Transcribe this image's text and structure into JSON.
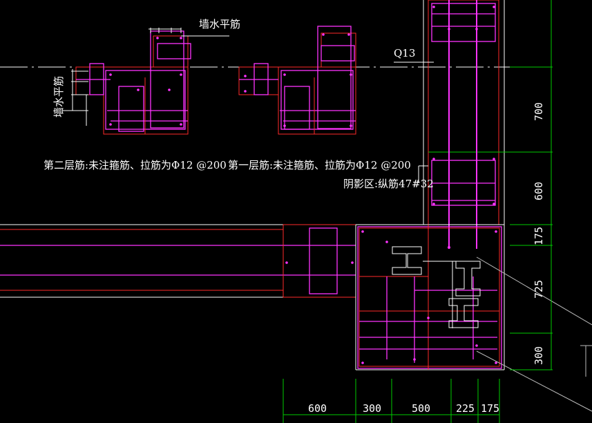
{
  "labels": {
    "wall_h_rebar_top": "墙水平筋",
    "wall_h_rebar_left": "墙水平筋",
    "q13": "Q13",
    "note_layer2": "第二层筋:未注箍筋、拉筋为Φ12 @200",
    "note_layer1": "第一层筋:未注箍筋、拉筋为Φ12 @200",
    "shadow_zone": "阴影区:纵筋47#32"
  },
  "dims_right": [
    "700",
    "600",
    "175",
    "725",
    "300"
  ],
  "dims_bottom": [
    "600",
    "300",
    "500",
    "225",
    "175"
  ],
  "colors": {
    "background": "#000000",
    "outline": "#ffffff",
    "dimension": "#00cc00",
    "stirrup": "#ff2a2a",
    "rebar": "#ff33ff"
  }
}
